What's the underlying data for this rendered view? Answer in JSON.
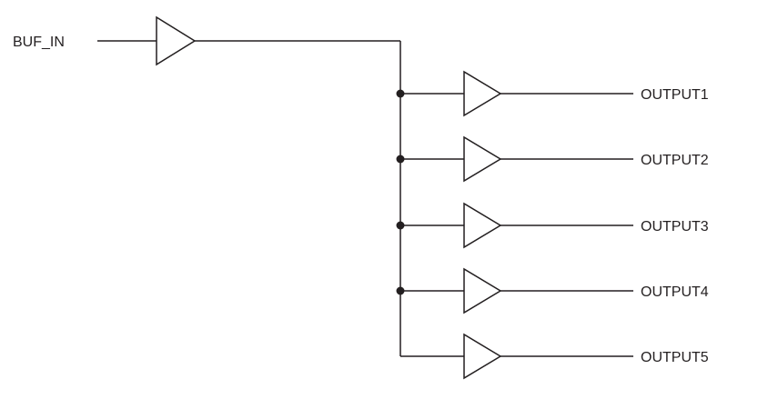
{
  "diagram": {
    "type": "clock-buffer-fanout-schematic",
    "input": {
      "label": "BUF_IN"
    },
    "outputs": [
      {
        "label": "OUTPUT1"
      },
      {
        "label": "OUTPUT2"
      },
      {
        "label": "OUTPUT3"
      },
      {
        "label": "OUTPUT4"
      },
      {
        "label": "OUTPUT5"
      }
    ],
    "buffer_count": 6,
    "junction_dot_count": 4,
    "colors": {
      "line": "#231f20",
      "background": "#ffffff"
    }
  }
}
